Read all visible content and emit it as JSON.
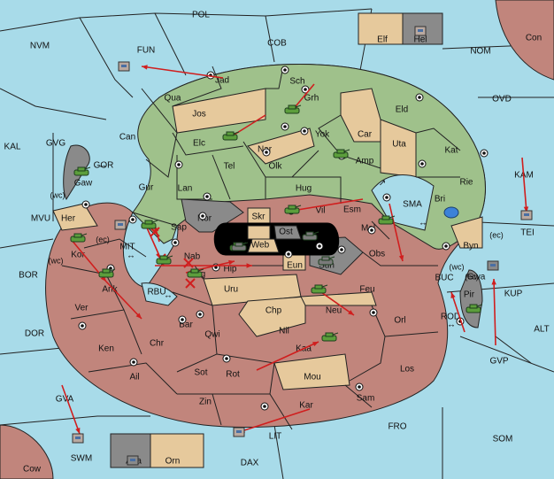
{
  "colors": {
    "sea": "#a8dbe9",
    "green_power": "#9fc18b",
    "red_power": "#c1857c",
    "neutral": "#e6c99c",
    "impassable": "#8a8a8a",
    "black": "#000000",
    "order_arrow": "#d01e1e",
    "blue_fleet": "#3b82d9"
  },
  "sea_labels": [
    "POL",
    "NVM",
    "FUN",
    "COB",
    "NOM",
    "Con",
    "OVD",
    "KAL",
    "GVG",
    "GOR",
    "MVU",
    "MIT",
    "BOR",
    "RBU",
    "DOR",
    "KAM",
    "TEI",
    "SMA",
    "BUC",
    "KUP",
    "ROD",
    "ALT",
    "GVP",
    "GVA",
    "SWM",
    "LIT",
    "FRO",
    "SOM",
    "DAX",
    "Cow"
  ],
  "land_labels": [
    "Elf",
    "Hel",
    "Jad",
    "Sch",
    "Qua",
    "Grh",
    "Jos",
    "Eld",
    "Can",
    "Car",
    "Yok",
    "Elc",
    "Nar",
    "Uta",
    "Kat",
    "Tel",
    "Olk",
    "Amp",
    "Gaw",
    "Gur",
    "Hug",
    "Lan",
    "Rie",
    "Bri",
    "Vil",
    "Esm",
    "Nor",
    "Skr",
    "Ost",
    "Sap",
    "Web",
    "Mel",
    "Her",
    "Byn",
    "Kor",
    "Nab",
    "Hip",
    "Sun",
    "Eun",
    "Obs",
    "Ank",
    "Nog",
    "Uru",
    "Feu",
    "Gwa",
    "Pir",
    "Ver",
    "Chp",
    "Neu",
    "Bar",
    "Qwi",
    "Orl",
    "Nil",
    "Ken",
    "Chr",
    "Kaa",
    "Ail",
    "Sot",
    "Rot",
    "Mou",
    "Los",
    "Zin",
    "Kar",
    "Sam",
    "Aba",
    "Orn"
  ],
  "coast_labels": [
    "(wc)",
    "(ec)",
    "(wc)",
    "(ec)",
    "(wc)",
    "(ec)"
  ],
  "legend": {
    "symbols": [
      "↔",
      "↔",
      "↔",
      "↔",
      "↔",
      "↗"
    ]
  }
}
